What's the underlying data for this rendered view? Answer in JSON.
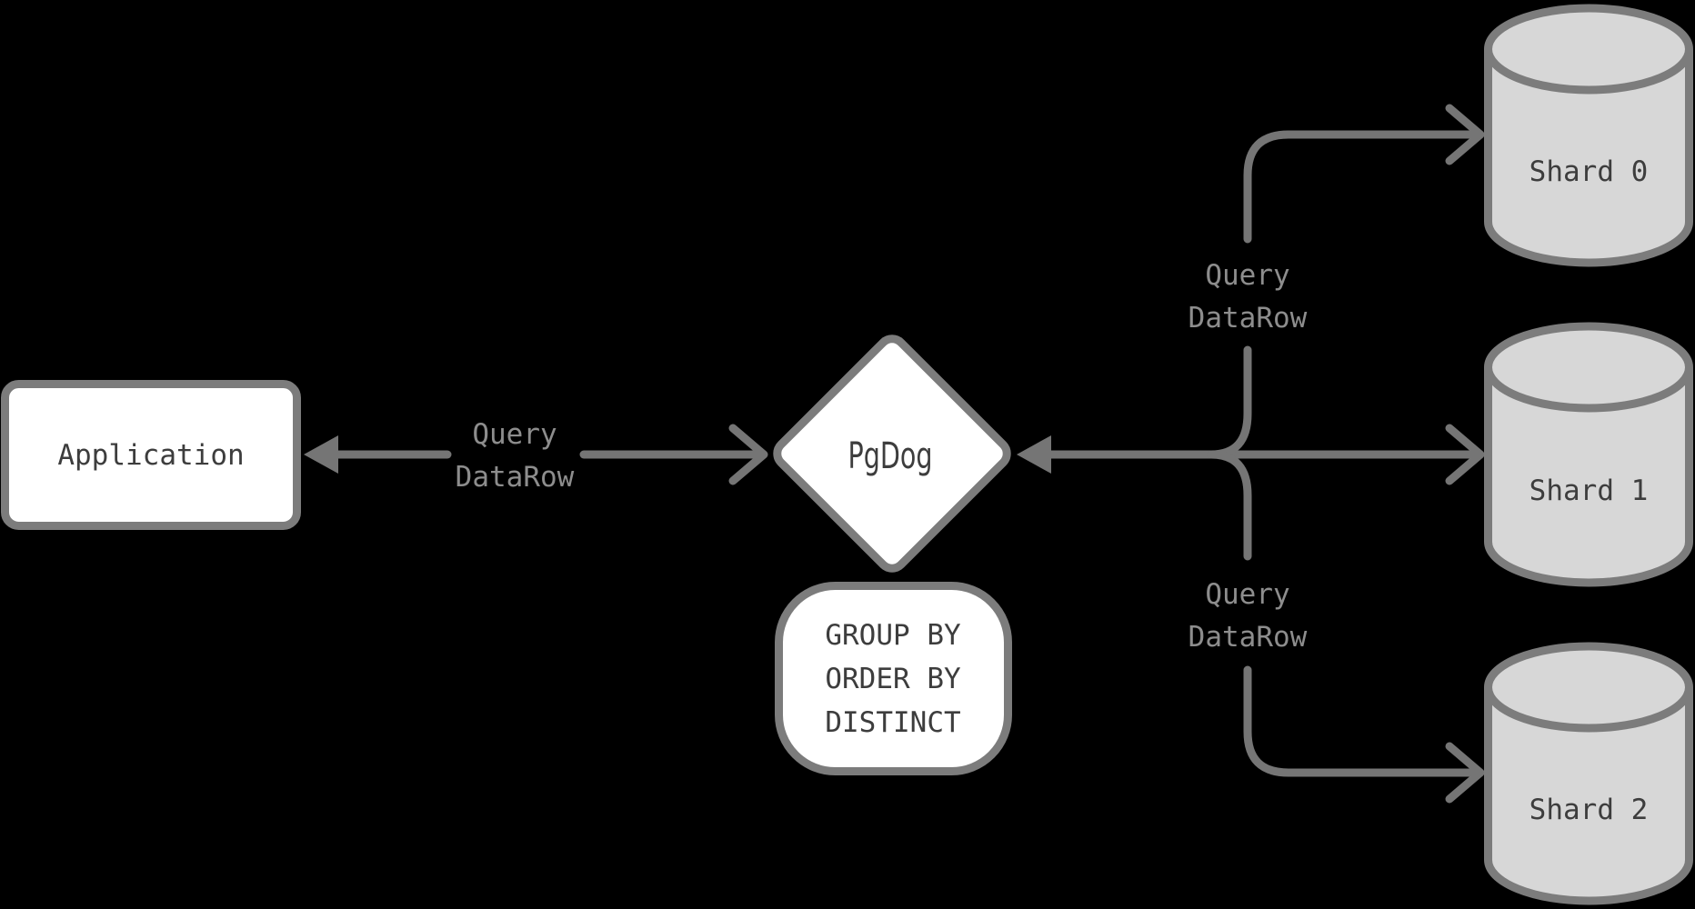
{
  "application": {
    "label": "Application"
  },
  "pgdog": {
    "label": "PgDog"
  },
  "cross_shard_operations": {
    "lines": [
      "GROUP BY",
      "ORDER BY",
      "DISTINCT"
    ]
  },
  "edge_labels": {
    "application_pgdog": [
      "Query",
      "DataRow"
    ],
    "pgdog_shard0": [
      "Query",
      "DataRow"
    ],
    "pgdog_shard2": [
      "Query",
      "DataRow"
    ]
  },
  "shards": [
    {
      "label": "Shard 0"
    },
    {
      "label": "Shard 1"
    },
    {
      "label": "Shard 2"
    }
  ],
  "colors": {
    "background": "#000000",
    "node_fill": "#ffffff",
    "node_border": "#7c7c7c",
    "cylinder_fill": "#d7d7d7",
    "arrow": "#757575",
    "edge_label_text": "#8d8d8d",
    "node_text": "#3d3d3d"
  }
}
